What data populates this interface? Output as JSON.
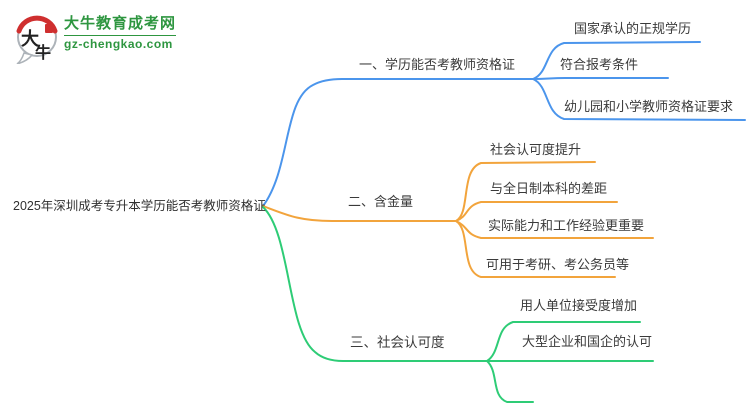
{
  "site": {
    "logo_title": "大牛教育成考网",
    "logo_subtitle": "gz-chengkao.com",
    "logo_icon_char1": "大",
    "logo_icon_char2": "牛"
  },
  "colors": {
    "brand_green": "#2e9640",
    "logo_red": "#cf2f2f",
    "branch_blue": "#4b95ec",
    "branch_orange": "#f2a43c",
    "branch_green": "#2ecc76",
    "text_dark": "#3a3a3a"
  },
  "mindmap": {
    "root": {
      "label": "2025年深圳成考专升本学历能否考教师资格证"
    },
    "branches": [
      {
        "label": "一、学历能否考教师资格证",
        "color": "#4b95ec",
        "children": [
          "国家承认的正规学历",
          "符合报考条件",
          "幼儿园和小学教师资格证要求"
        ]
      },
      {
        "label": "二、含金量",
        "color": "#f2a43c",
        "children": [
          "社会认可度提升",
          "与全日制本科的差距",
          "实际能力和工作经验更重要",
          "可用于考研、考公务员等"
        ]
      },
      {
        "label": "三、社会认可度",
        "color": "#2ecc76",
        "children": [
          "用人单位接受度增加",
          "大型企业和国企的认可",
          ""
        ]
      }
    ]
  }
}
